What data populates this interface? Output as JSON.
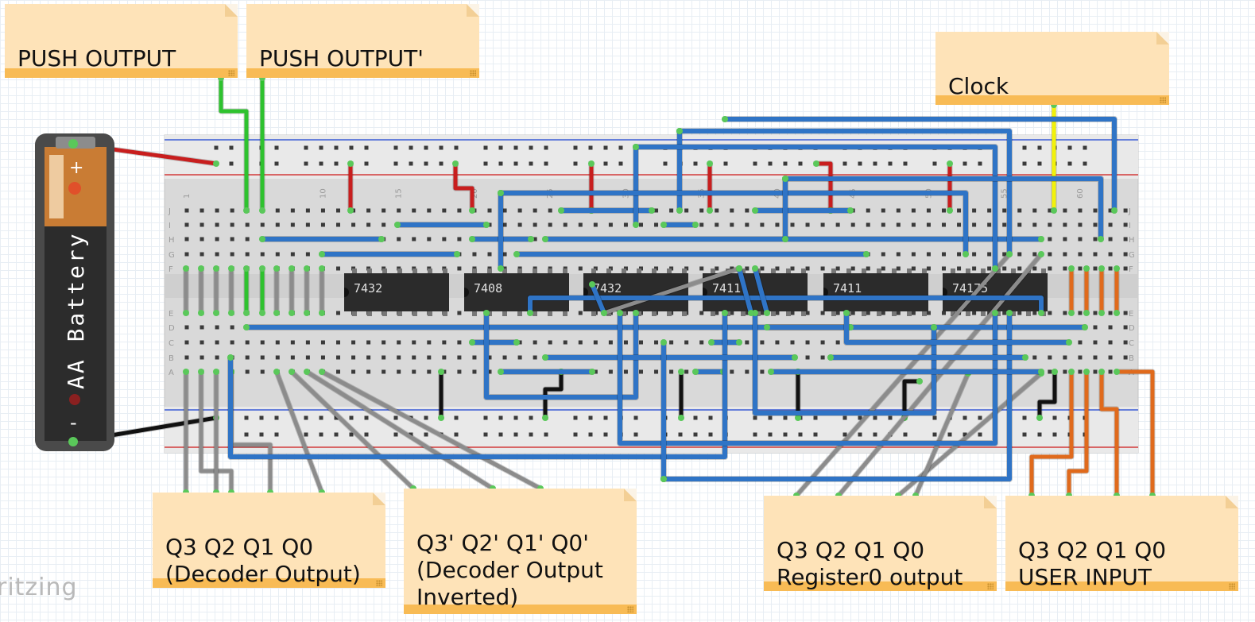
{
  "notes": {
    "push_output": "PUSH OUTPUT",
    "push_output_inv": "PUSH OUTPUT'",
    "clock": "Clock",
    "decoder_output": "Q3 Q2 Q1 Q0\n(Decoder Output)",
    "decoder_output_inv": "Q3' Q2' Q1' Q0'\n(Decoder Output\nInverted)",
    "register0": "Q3 Q2 Q1 Q0\nRegister0 output",
    "user_input": "Q3 Q2 Q1 Q0\nUSER INPUT"
  },
  "battery": {
    "label": "AA Battery",
    "plus": "+",
    "minus": "-"
  },
  "chips": [
    "7432",
    "7408",
    "7432",
    "7411",
    "7411",
    "74175"
  ],
  "row_letters_top": [
    "J",
    "I",
    "H",
    "G",
    "F"
  ],
  "row_letters_bottom": [
    "E",
    "D",
    "C",
    "B",
    "A"
  ],
  "column_numbers": [
    "1",
    "10",
    "15",
    "20",
    "25",
    "30",
    "35",
    "40",
    "45",
    "50",
    "55",
    "60"
  ],
  "watermark": "ritzing",
  "colors": {
    "wire_blue": "#2f74c6",
    "wire_red": "#c81e1e",
    "wire_black": "#111111",
    "wire_green": "#2ec22e",
    "wire_yellow": "#f2f20a",
    "wire_orange": "#e06a1c",
    "wire_gray": "#8c8c8c",
    "note_fill": "#fee3b8",
    "note_bar": "#f8bb55"
  }
}
